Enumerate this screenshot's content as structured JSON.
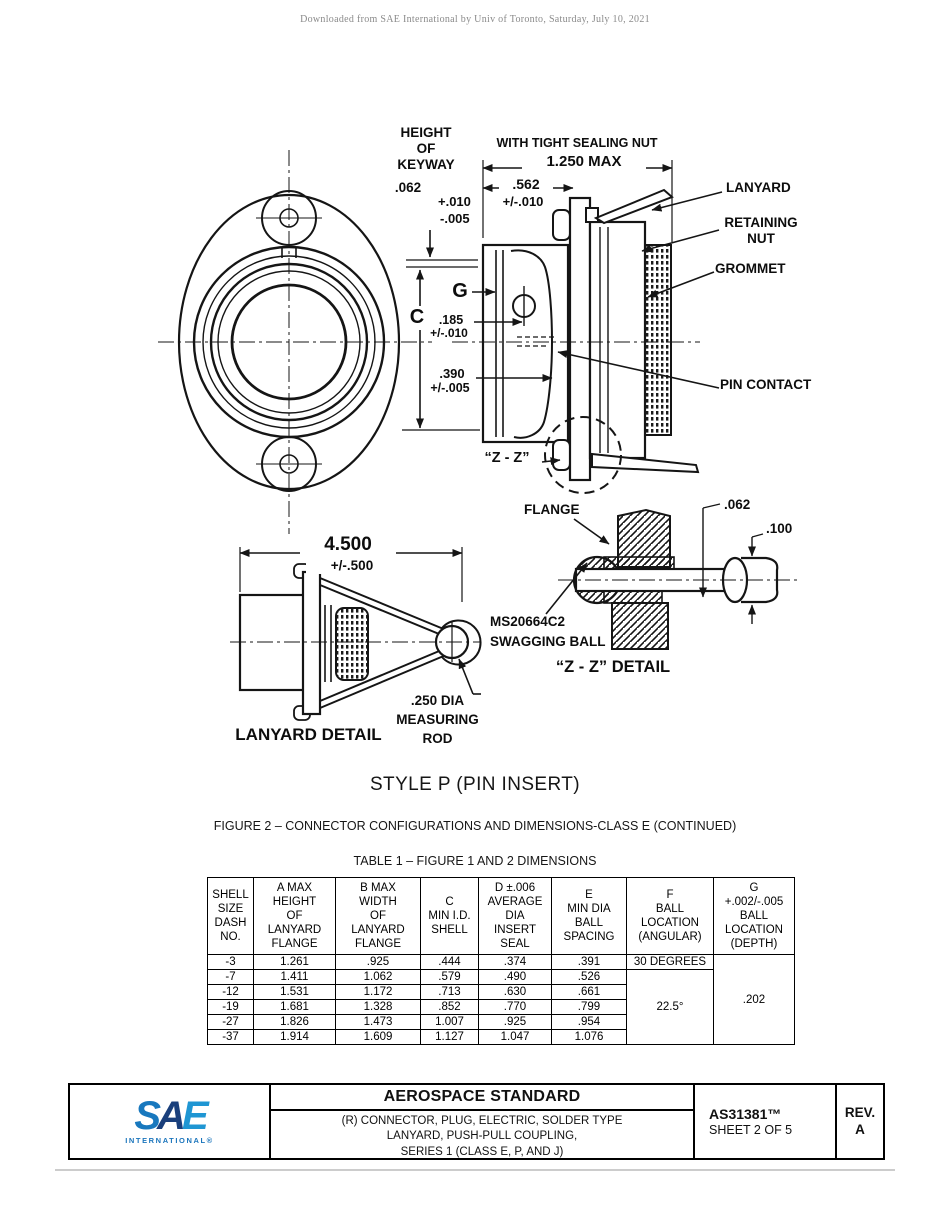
{
  "page": {
    "header_note": "Downloaded from SAE International by Univ of Toronto, Saturday, July 10, 2021"
  },
  "drawing": {
    "labels": {
      "height_keyway": "HEIGHT\nOF\nKEYWAY",
      "height_keyway_val": ".062",
      "height_keyway_plus": "+.010",
      "height_keyway_minus": "-.005",
      "sealing_nut": "WITH TIGHT SEALING NUT",
      "max_len": "1.250 MAX",
      "dim_562": ".562",
      "dim_562_tol": "+/-.010",
      "lanyard": "LANYARD",
      "retaining_nut": "RETAINING\nNUT",
      "grommet": "GROMMET",
      "pin_contact": "PIN CONTACT",
      "g": "G",
      "c": "C",
      "dim_185": ".185",
      "dim_185_tol": "+/-.010",
      "dim_390": ".390",
      "dim_390_tol": "+/-.005",
      "zz": "“Z - Z”",
      "flange": "FLANGE",
      "dim_062": ".062",
      "dim_100": ".100",
      "dim_4500": "4.500",
      "dim_4500_tol": "+/-.500",
      "swagging_ball": "MS20664C2\nSWAGGING BALL",
      "zz_detail": "“Z - Z” DETAIL",
      "measuring_rod": ".250 DIA\nMEASURING\nROD",
      "lanyard_detail": "LANYARD DETAIL"
    },
    "style_title": "STYLE P (PIN INSERT)",
    "figure_caption": "FIGURE 2 – CONNECTOR CONFIGURATIONS AND DIMENSIONS-CLASS E (CONTINUED)"
  },
  "table": {
    "caption": "TABLE 1 – FIGURE 1 AND 2 DIMENSIONS",
    "headers": [
      "SHELL\nSIZE\nDASH\nNO.",
      "A  MAX\nHEIGHT\nOF\nLANYARD\nFLANGE",
      "B  MAX\nWIDTH\nOF\nLANYARD\nFLANGE",
      "C\nMIN I.D.\nSHELL",
      "D  ±.006\nAVERAGE\nDIA\nINSERT\nSEAL",
      "E\nMIN DIA\nBALL\nSPACING",
      "F\nBALL\nLOCATION\n(ANGULAR)",
      "G\n+.002/-.005\nBALL\nLOCATION\n(DEPTH)"
    ],
    "rows": [
      [
        "-3",
        "1.261",
        ".925",
        ".444",
        ".374",
        ".391"
      ],
      [
        "-7",
        "1.411",
        "1.062",
        ".579",
        ".490",
        ".526"
      ],
      [
        "-12",
        "1.531",
        "1.172",
        ".713",
        ".630",
        ".661"
      ],
      [
        "-19",
        "1.681",
        "1.328",
        ".852",
        ".770",
        ".799"
      ],
      [
        "-27",
        "1.826",
        "1.473",
        "1.007",
        ".925",
        ".954"
      ],
      [
        "-37",
        "1.914",
        "1.609",
        "1.127",
        "1.047",
        "1.076"
      ]
    ],
    "f_row0": "30 DEGREES",
    "f_rest": "22.5°",
    "g_all": ".202"
  },
  "footer": {
    "logo_s": "S",
    "logo_a": "A",
    "logo_e": "E",
    "logo_sub": "INTERNATIONAL®",
    "doc_type": "AEROSPACE STANDARD",
    "doc_title": "(R) CONNECTOR, PLUG, ELECTRIC, SOLDER TYPE\nLANYARD, PUSH-PULL COUPLING,\nSERIES 1 (CLASS E, P, AND J)",
    "doc_number": "AS31381™",
    "sheet": "SHEET 2 OF 5",
    "rev_label": "REV.",
    "rev_value": "A"
  },
  "colors": {
    "sae_blue": "#1878be",
    "sae_navy": "#1a3f7c",
    "line_black": "#151515",
    "note_gray": "#8a8a8a"
  }
}
